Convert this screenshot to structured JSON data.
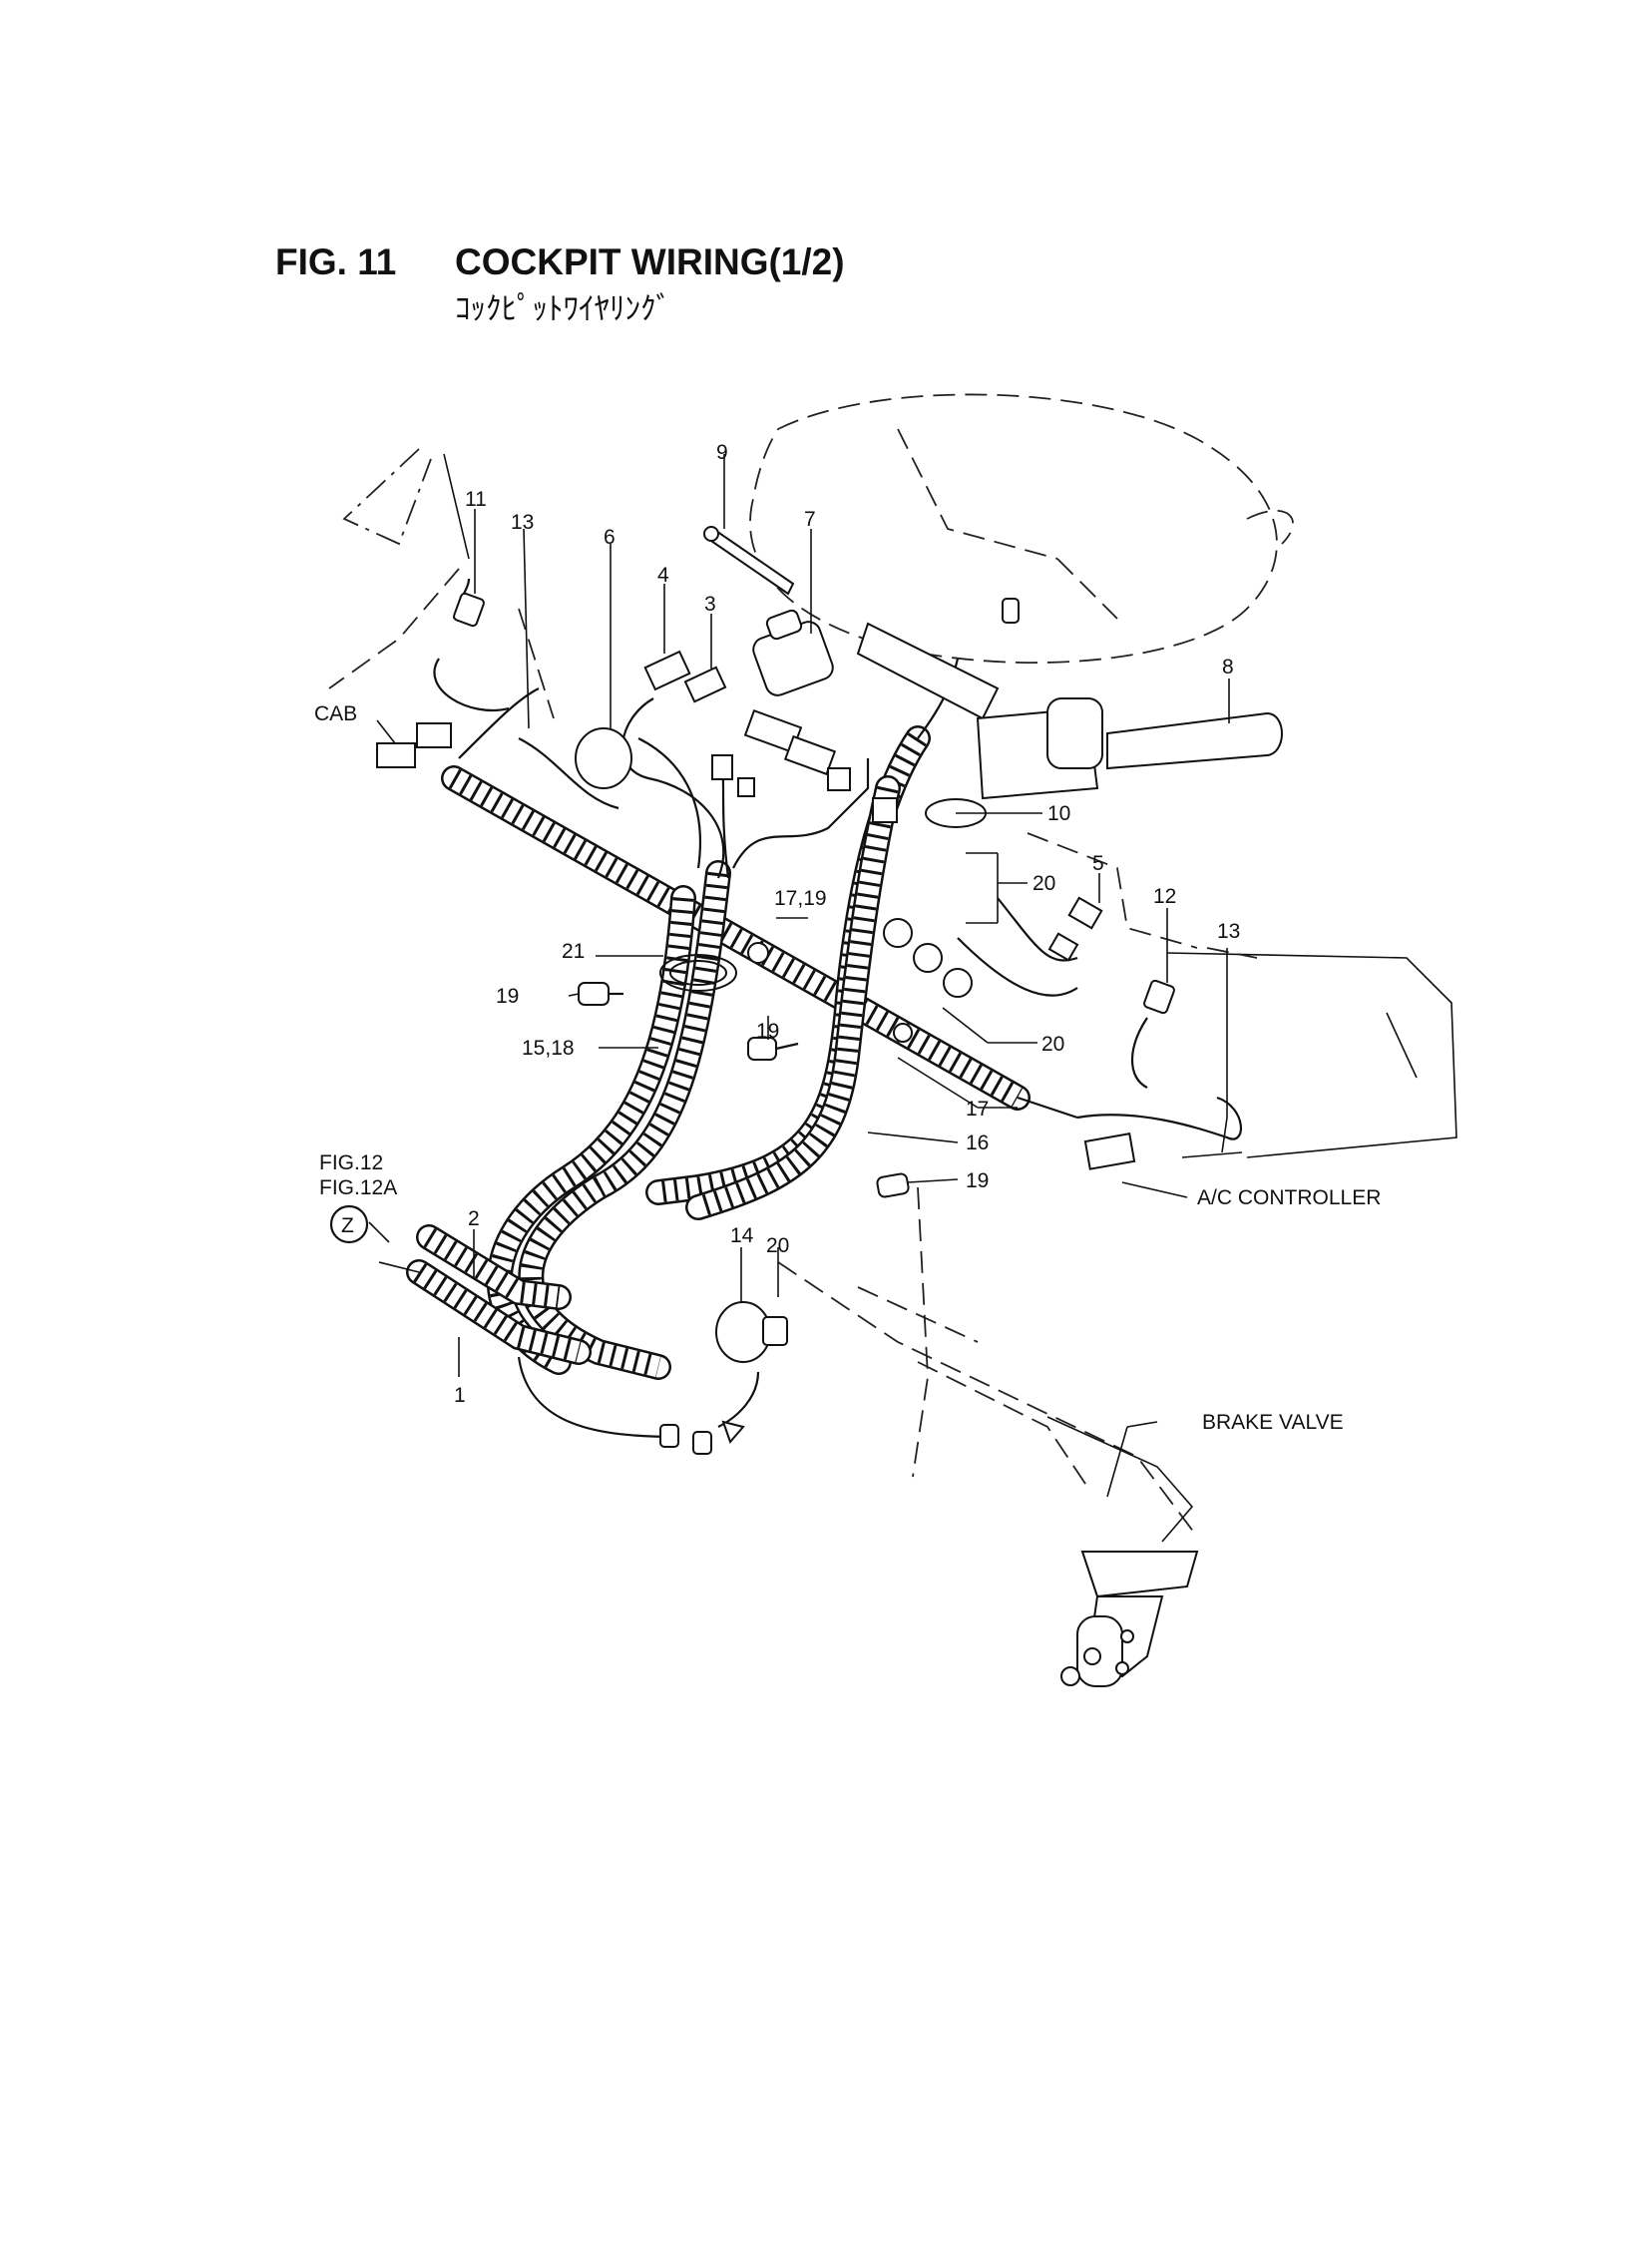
{
  "header": {
    "figure_number": "FIG. 11",
    "title": "COCKPIT WIRING(1/2)",
    "subtitle_jp": "ｺｯｸﾋﾟｯﾄﾜｲﾔﾘﾝｸﾞ"
  },
  "callouts": {
    "n1": "1",
    "n2": "2",
    "n3": "3",
    "n4": "4",
    "n5": "5",
    "n6": "6",
    "n7": "7",
    "n8": "8",
    "n9": "9",
    "n10": "10",
    "n11": "11",
    "n12": "12",
    "n13a": "13",
    "n13b": "13",
    "n14": "14",
    "n15_18": "15,18",
    "n16": "16",
    "n17": "17",
    "n17_19": "17,19",
    "n19a": "19",
    "n19b": "19",
    "n19c": "19",
    "n20a": "20",
    "n20b": "20",
    "n20c": "20",
    "n21": "21"
  },
  "text_labels": {
    "cab": "CAB",
    "ac_controller": "A/C CONTROLLER",
    "brake_valve": "BRAKE VALVE",
    "fig12": "FIG.12",
    "fig12a": "FIG.12A",
    "ref_z": "Z"
  }
}
